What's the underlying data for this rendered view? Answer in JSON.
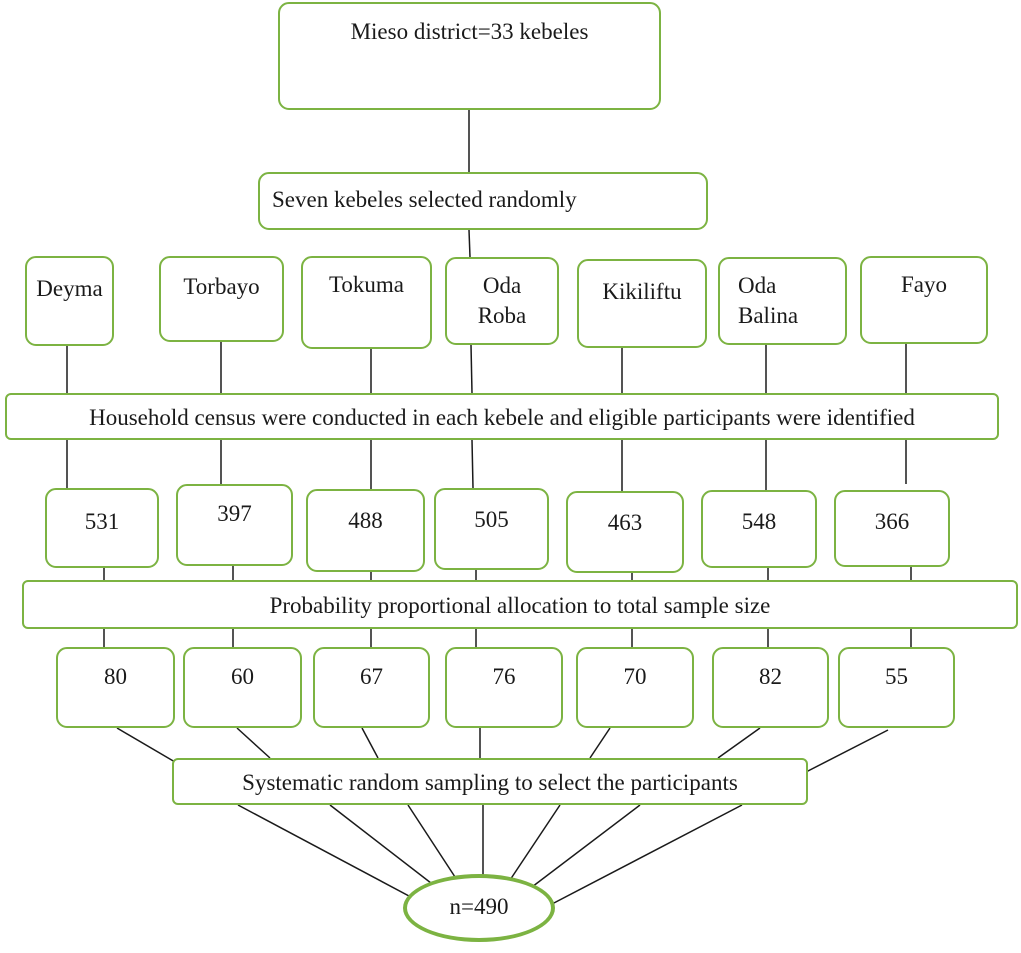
{
  "diagram": {
    "district": "Mieso district=33 kebeles",
    "selection_step": "Seven kebeles selected randomly",
    "census_step": "Household census were conducted in each kebele and eligible participants were identified",
    "allocation_step": "Probability proportional allocation to total sample size",
    "sampling_step": "Systematic random sampling to select the participants",
    "total_sample": "n=490",
    "kebeles": [
      {
        "name": "Deyma",
        "households": "531",
        "sample": "80"
      },
      {
        "name": "Torbayo",
        "households": "397",
        "sample": "60"
      },
      {
        "name": "Tokuma",
        "households": "488",
        "sample": "67"
      },
      {
        "name": "Oda\nRoba",
        "households": "505",
        "sample": "76"
      },
      {
        "name": "Kikiliftu",
        "households": "463",
        "sample": "70"
      },
      {
        "name": "Oda\nBalina",
        "households": "548",
        "sample": "82"
      },
      {
        "name": "Fayo",
        "households": "366",
        "sample": "55"
      }
    ],
    "colors": {
      "border": "#7cb342",
      "line": "#1a1a1a",
      "text": "#1a1a1a"
    }
  }
}
